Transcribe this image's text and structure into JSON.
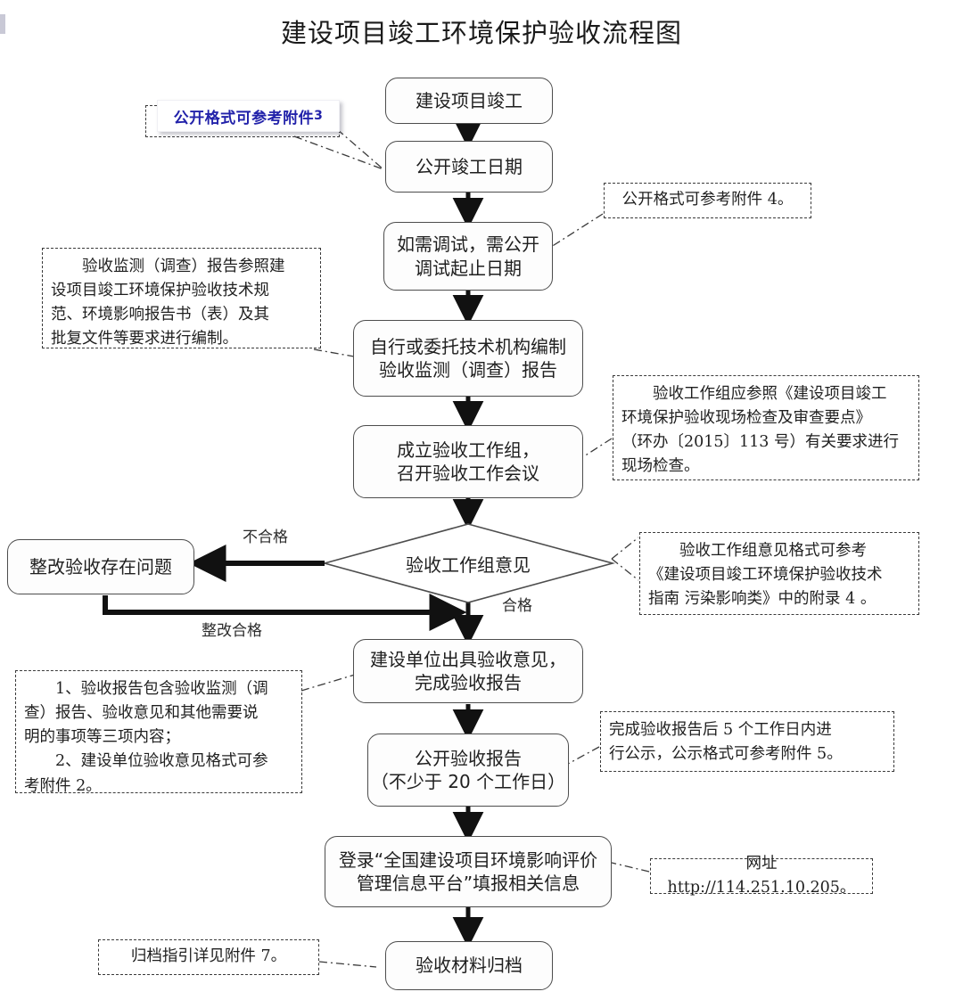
{
  "title": "建设项目竣工环境保护验收流程图",
  "diagram": {
    "type": "flowchart",
    "orientation": "top-to-bottom",
    "nodes": [
      {
        "id": "n1",
        "shape": "rounded-rect",
        "lines": [
          "建设项目竣工"
        ]
      },
      {
        "id": "n2",
        "shape": "rounded-rect",
        "lines": [
          "公开竣工日期"
        ]
      },
      {
        "id": "n3",
        "shape": "rounded-rect",
        "lines": [
          "如需调试，需公开",
          "调试起止日期"
        ]
      },
      {
        "id": "n4",
        "shape": "rounded-rect",
        "lines": [
          "自行或委托技术机构编制",
          "验收监测（调查）报告"
        ]
      },
      {
        "id": "n5",
        "shape": "rounded-rect",
        "lines": [
          "成立验收工作组，",
          "召开验收工作会议"
        ]
      },
      {
        "id": "d1",
        "shape": "diamond",
        "lines": [
          "验收工作组意见"
        ]
      },
      {
        "id": "n6",
        "shape": "rounded-rect",
        "lines": [
          "整改验收存在问题"
        ]
      },
      {
        "id": "n7",
        "shape": "rounded-rect",
        "lines": [
          "建设单位出具验收意见，",
          "完成验收报告"
        ]
      },
      {
        "id": "n8",
        "shape": "rounded-rect",
        "lines": [
          "公开验收报告",
          "（不少于 20 个工作日）"
        ]
      },
      {
        "id": "n9",
        "shape": "rounded-rect",
        "lines": [
          "登录“全国建设项目环境影响评价",
          "管理信息平台”填报相关信息"
        ]
      },
      {
        "id": "n10",
        "shape": "rounded-rect",
        "lines": [
          "验收材料归档"
        ]
      }
    ],
    "edge_labels": {
      "fail": "不合格",
      "pass": "合格",
      "rectified": "整改合格"
    }
  },
  "notes": [
    {
      "id": "note1",
      "style": "white-card-blue-bold",
      "text": "公开格式可参考附件",
      "suffix": "3",
      "color": "#2222aa",
      "target": "n2"
    },
    {
      "id": "note2",
      "style": "dashed",
      "lines": [
        "公开格式可参考附件 4。"
      ],
      "target": "n3"
    },
    {
      "id": "note3",
      "style": "dashed",
      "lines": [
        "验收监测（调查）报告参照建",
        "设项目竣工环境保护验收技术规",
        "范、环境影响报告书（表）及其",
        "批复文件等要求进行编制。"
      ],
      "target": "n4"
    },
    {
      "id": "note4",
      "style": "dashed",
      "lines": [
        "验收工作组应参照《建设项目竣工",
        "环境保护验收现场检查及审查要点》",
        "（环办〔2015〕113 号）有关要求进行",
        "现场检查。"
      ],
      "target": "n5"
    },
    {
      "id": "note5",
      "style": "dashed",
      "lines": [
        "验收工作组意见格式可参考",
        "《建设项目竣工环境保护验收技术",
        "指南 污染影响类》中的附录 4 。"
      ],
      "target": "d1"
    },
    {
      "id": "note6",
      "style": "dashed",
      "lines": [
        "1、验收报告包含验收监测（调",
        "查）报告、验收意见和其他需要说",
        "明的事项等三项内容；",
        "2、建设单位验收意见格式可参",
        "考附件 2。"
      ],
      "target": "n7"
    },
    {
      "id": "note7",
      "style": "dashed",
      "lines": [
        "完成验收报告后 5 个工作日内进",
        "行公示，公示格式可参考附件 5。"
      ],
      "target": "n8"
    },
    {
      "id": "note8",
      "style": "dashed",
      "lines": [
        "网址 http://114.251.10.205。"
      ],
      "target": "n9"
    },
    {
      "id": "note9",
      "style": "dashed",
      "lines": [
        "归档指引详见附件 7。"
      ],
      "target": "n10"
    }
  ]
}
